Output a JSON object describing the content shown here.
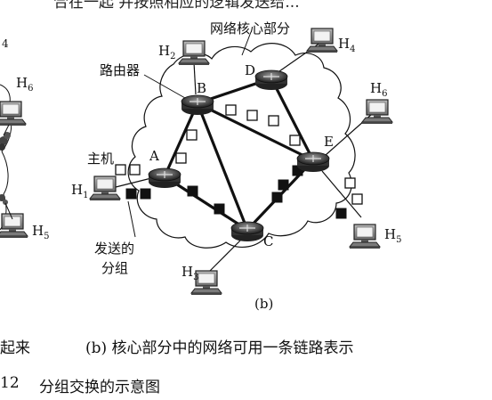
{
  "header": {
    "top_text": "合在一起 并按照相应的逻辑发送给...",
    "top_left_fragment": "4"
  },
  "diagram": {
    "core_label": "网络核心部分",
    "router_label": "路由器",
    "host_label": "主机",
    "send_label_1": "发送的",
    "send_label_2": "分组",
    "panel_label": "(b)",
    "routers": [
      {
        "id": "A",
        "name": "A"
      },
      {
        "id": "B",
        "name": "B"
      },
      {
        "id": "C",
        "name": "C"
      },
      {
        "id": "D",
        "name": "D"
      },
      {
        "id": "E",
        "name": "E"
      }
    ],
    "hosts": [
      {
        "id": "H1",
        "base": "H",
        "sub": "1"
      },
      {
        "id": "H2",
        "base": "H",
        "sub": "2"
      },
      {
        "id": "H3",
        "base": "H",
        "sub": "3"
      },
      {
        "id": "H4",
        "base": "H",
        "sub": "4"
      },
      {
        "id": "H5",
        "base": "H",
        "sub": "5"
      },
      {
        "id": "H6",
        "base": "H",
        "sub": "6"
      }
    ],
    "left_hosts": [
      {
        "id": "H6-left",
        "base": "H",
        "sub": "6"
      },
      {
        "id": "H5-left",
        "base": "H",
        "sub": "5"
      }
    ]
  },
  "captions": {
    "left_fragment": "起来",
    "b_caption": "(b)  核心部分中的网络可用一条链路表示",
    "fig_number": "12",
    "fig_title": "分组交换的示意图"
  },
  "colors": {
    "line": "#111111",
    "fill_dark": "#111111",
    "cloud_fill": "#ffffff"
  }
}
